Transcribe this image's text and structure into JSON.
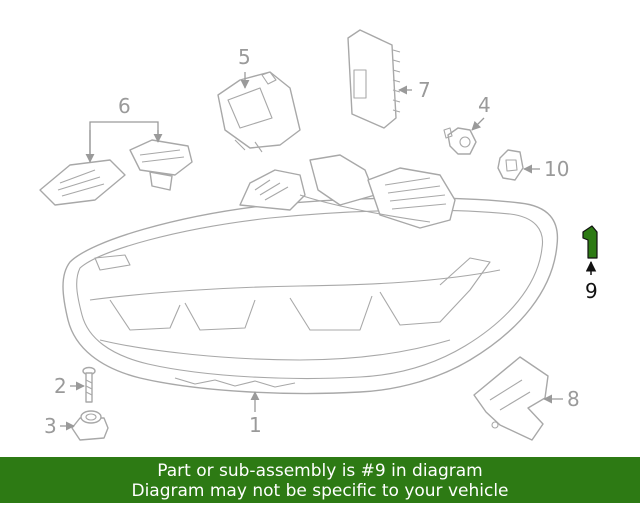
{
  "callouts": {
    "c1": "1",
    "c2": "2",
    "c3": "3",
    "c4": "4",
    "c5": "5",
    "c6": "6",
    "c7": "7",
    "c8": "8",
    "c9": "9",
    "c10": "10"
  },
  "highlight": {
    "part": "9",
    "color": "#2d7a14"
  },
  "banner": {
    "line1": "Part or sub-assembly is #9 in diagram",
    "line2": "Diagram may not be specific to your vehicle",
    "background": "#2d7a14",
    "text_color": "#ffffff"
  }
}
